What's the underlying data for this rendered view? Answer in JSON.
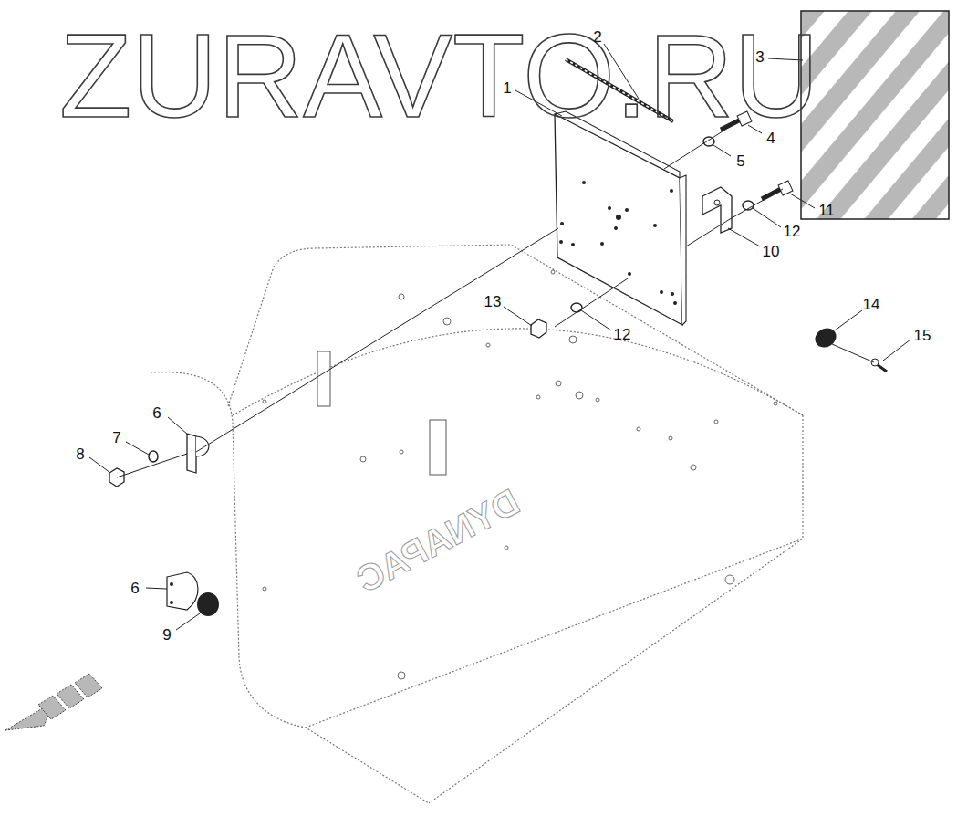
{
  "diagram": {
    "labels": [
      "ZURAVTO.RU",
      "2",
      "1",
      "3",
      "4",
      "5",
      "11",
      "12",
      "10",
      "13",
      "12",
      "14",
      "15",
      "6",
      "7",
      "8",
      "6",
      "9",
      "DYNAPAC"
    ]
  }
}
